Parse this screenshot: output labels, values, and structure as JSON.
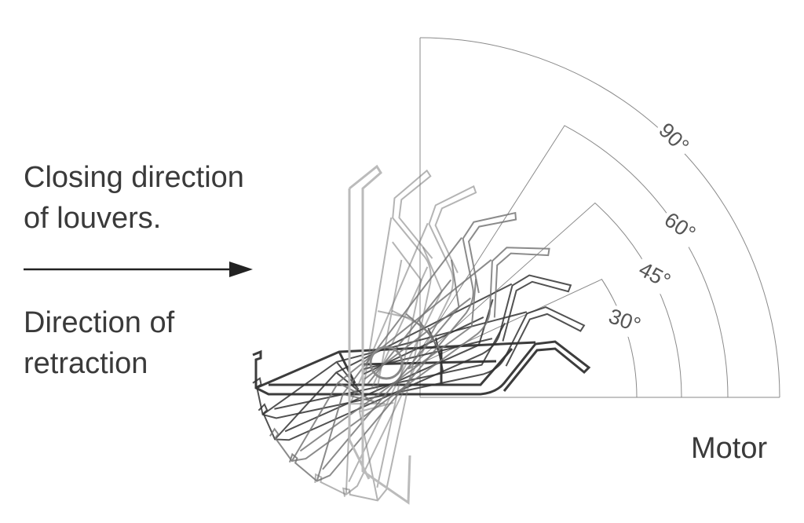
{
  "labels": {
    "closing_line1": "Closing direction",
    "closing_line2": "of louvers.",
    "retraction_line1": "Direction of",
    "retraction_line2": "retraction",
    "motor": "Motor"
  },
  "angles": [
    {
      "label": "30°",
      "value": 30
    },
    {
      "label": "45°",
      "value": 45
    },
    {
      "label": "60°",
      "value": 60
    },
    {
      "label": "90°",
      "value": 90
    }
  ],
  "colors": {
    "text": "#3a3a3a",
    "lines": "#8a8a8a",
    "louver": "#222222"
  }
}
